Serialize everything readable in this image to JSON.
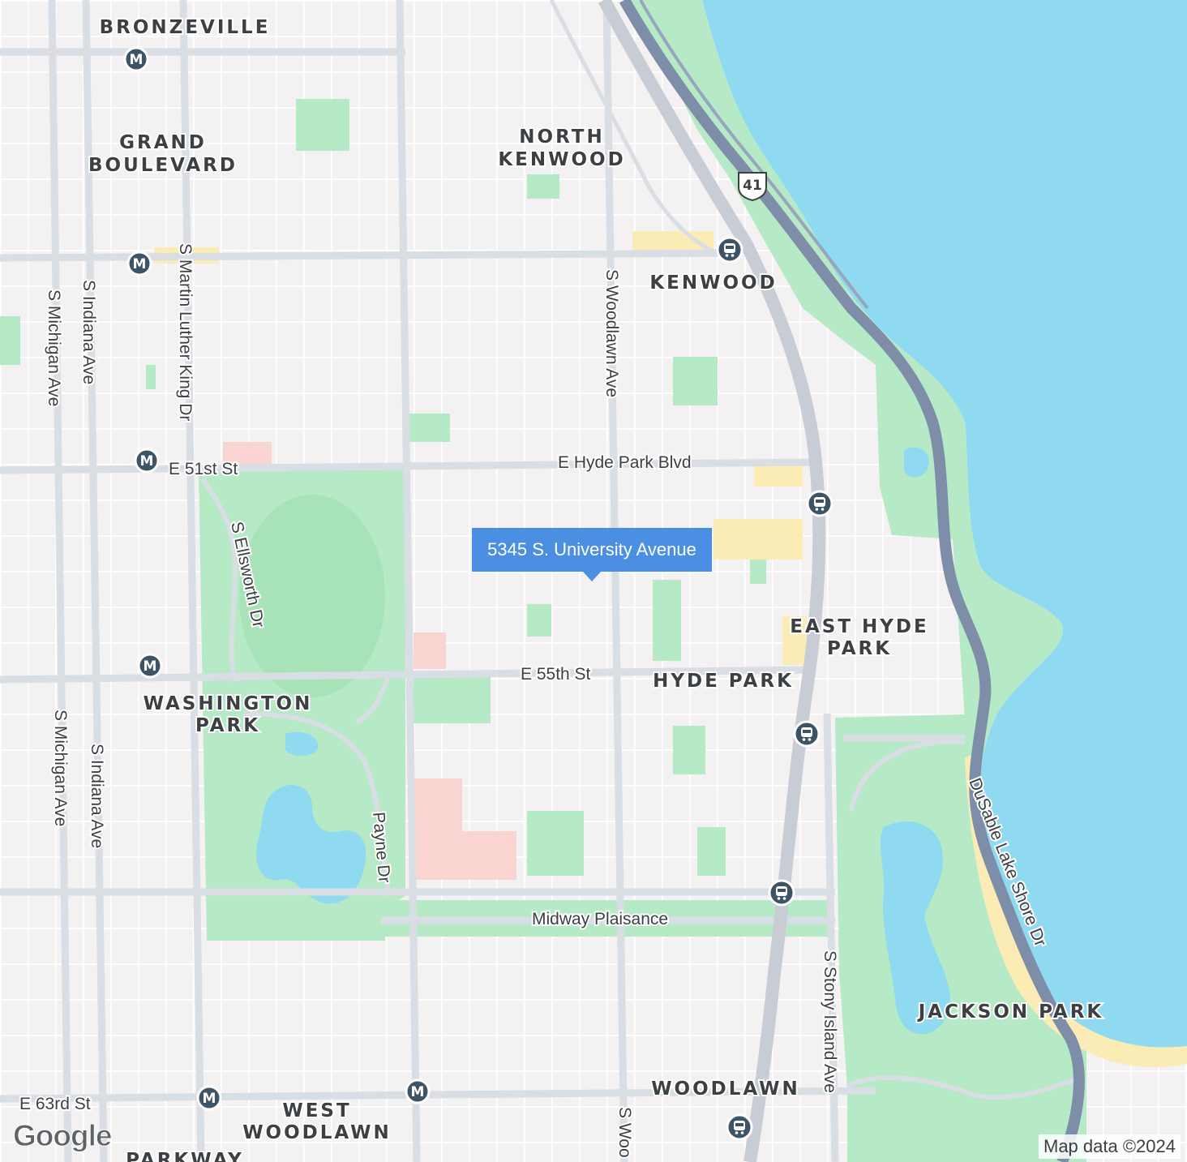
{
  "map": {
    "colors": {
      "land": "#f4f1f3",
      "water": "#8fdaf1",
      "park": "#b6e9c6",
      "road": "#ffffff",
      "arterial": "#d9dde4",
      "highway": "#7e8ea8",
      "beach": "#fbecb6",
      "campus": "#f9d4d0",
      "metro_badge": "#3c5465",
      "callout": "#4a8fe2"
    },
    "neighborhoods": {
      "bronzeville": "BRONZEVILLE",
      "grand_boulevard_1": "GRAND",
      "grand_boulevard_2": "BOULEVARD",
      "north_kenwood_1": "NORTH",
      "north_kenwood_2": "KENWOOD",
      "kenwood": "KENWOOD",
      "east_hyde_park_1": "EAST HYDE",
      "east_hyde_park_2": "PARK",
      "hyde_park": "HYDE PARK",
      "washington_park_1": "WASHINGTON",
      "washington_park_2": "PARK",
      "jackson_park": "JACKSON PARK",
      "woodlawn": "WOODLAWN",
      "west_woodlawn_1": "WEST",
      "west_woodlawn_2": "WOODLAWN",
      "parkway": "PARKWAY"
    },
    "streets": {
      "e_51st": "E 51st St",
      "e_hyde_park_blvd": "E Hyde Park Blvd",
      "e_55th": "E 55th St",
      "midway": "Midway Plaisance",
      "e_63rd": "E 63rd St",
      "s_michigan": "S Michigan Ave",
      "s_indiana": "S Indiana Ave",
      "s_mlk": "S Martin Luther King Dr",
      "s_ellsworth": "S Ellsworth Dr",
      "payne": "Payne Dr",
      "s_woodlawn": "S Woodlawn Ave",
      "s_woodlawn_bottom": "S Woo",
      "s_stony_island": "S Stony Island Ave",
      "dusable": "DuSable Lake Shore Dr"
    },
    "highway_shield": "41",
    "transit_letter": "M",
    "transit_icons": [
      "metro-icon",
      "train-icon"
    ],
    "marker_label": "5345 S. University Avenue",
    "logo": "Google",
    "attribution": "Map data ©2024"
  }
}
